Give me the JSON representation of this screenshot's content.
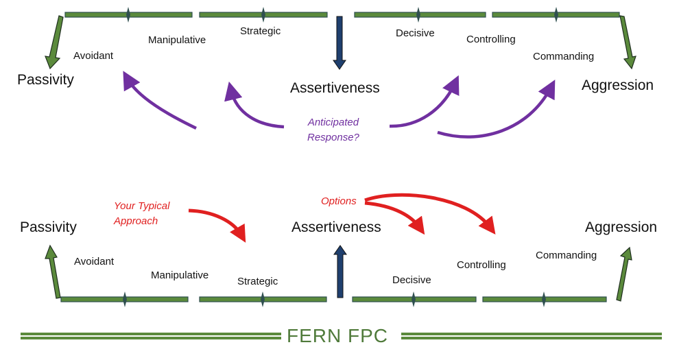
{
  "colors": {
    "bar_fill": "#5b8a3c",
    "bar_stroke": "#2f4f4f",
    "blue_arrow": "#1f3f6e",
    "purple": "#7030a0",
    "red": "#e02020",
    "footer_green": "#4f7a3a"
  },
  "top_diagram": {
    "poles": {
      "left": "Passivity",
      "center": "Assertiveness",
      "right": "Aggression"
    },
    "styles": [
      "Avoidant",
      "Manipulative",
      "Strategic",
      "Decisive",
      "Controlling",
      "Commanding"
    ],
    "annotation_line1": "Anticipated",
    "annotation_line2": "Response?"
  },
  "bottom_diagram": {
    "poles": {
      "left": "Passivity",
      "center": "Assertiveness",
      "right": "Aggression"
    },
    "styles": [
      "Avoidant",
      "Manipulative",
      "Strategic",
      "Decisive",
      "Controlling",
      "Commanding"
    ],
    "typical_line1": "Your Typical",
    "typical_line2": "Approach",
    "options": "Options"
  },
  "footer": {
    "text": "FERN FPC"
  }
}
